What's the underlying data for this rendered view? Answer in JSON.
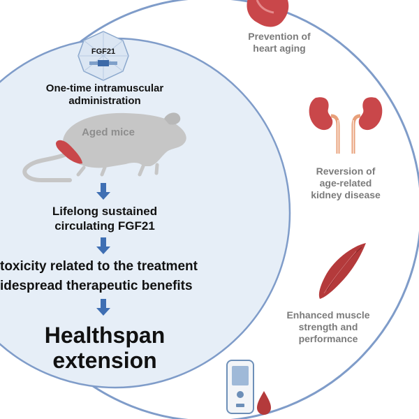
{
  "left_panel": {
    "vector_label": "FGF21",
    "administration_line1": "One-time intramuscular",
    "administration_line2": "administration",
    "mouse_label": "Aged mice",
    "sustained_line1": "Lifelong sustained",
    "sustained_line2": "circulating FGF21",
    "toxicity_line": "toxicity related to the treatment",
    "benefits_line": "idespread therapeutic benefits",
    "outcome_line1": "Healthspan",
    "outcome_line2": "extension"
  },
  "benefits": {
    "heart_line1": "Prevention of",
    "heart_line2": "heart aging",
    "kidney_line1": "Reversion of",
    "kidney_line2": "age-related",
    "kidney_line3": "kidney disease",
    "muscle_line1": "Enhanced muscle",
    "muscle_line2": "strength and",
    "muscle_line3": "performance"
  },
  "colors": {
    "circle_fill": "#e6eef7",
    "circle_stroke": "#7f9cc9",
    "arrow": "#3f6fb3",
    "organ_red": "#c9474a",
    "muscle_red": "#b43a3b",
    "mouse_gray": "#c6c6c6"
  }
}
